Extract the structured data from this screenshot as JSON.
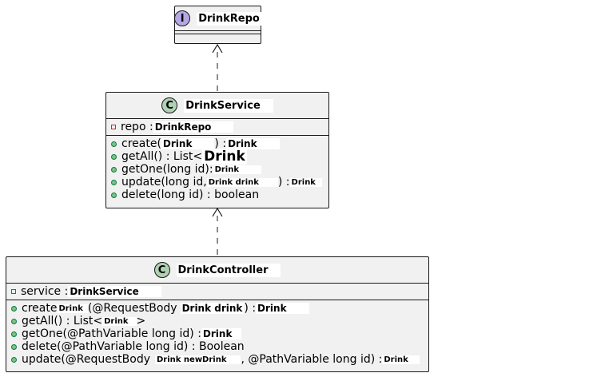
{
  "diagram": {
    "repo": {
      "stereotype": "I",
      "name": "DrinkRepo"
    },
    "service": {
      "stereotype": "C",
      "name": "DrinkService",
      "field": {
        "name": "repo :",
        "type": "DrinkRepo"
      },
      "methods": {
        "create": {
          "pre": "create(",
          "param": "Drink",
          "post": ") :",
          "ret": "Drink"
        },
        "getAll": {
          "pre": "getAll() : List<",
          "ret": "Drink"
        },
        "getOne": {
          "pre": "getOne(long id):",
          "ret": "Drink"
        },
        "update": {
          "pre": "update(long id,",
          "param": "Drink drink",
          "post": ") :",
          "ret": "Drink"
        },
        "delete": {
          "text": "delete(long id) : boolean"
        }
      }
    },
    "controller": {
      "stereotype": "C",
      "name": "DrinkController",
      "field": {
        "name": "service :",
        "type": "DrinkService"
      },
      "methods": {
        "create": {
          "pre": "create",
          "generic": "Drink",
          "mid": "(@RequestBody",
          "param": "Drink drink",
          "post": ") :",
          "ret": "Drink"
        },
        "getAll": {
          "pre": "getAll() : List<",
          "generic": "Drink",
          "post": ">"
        },
        "getOne": {
          "pre": "getOne(@PathVariable long id) :",
          "ret": "Drink"
        },
        "delete": {
          "text": "delete(@PathVariable long id) : Boolean"
        },
        "update": {
          "pre": "update(@RequestBody",
          "param": "Drink newDrink",
          "post": ", @PathVariable long id) :",
          "ret": "Drink"
        }
      }
    }
  }
}
